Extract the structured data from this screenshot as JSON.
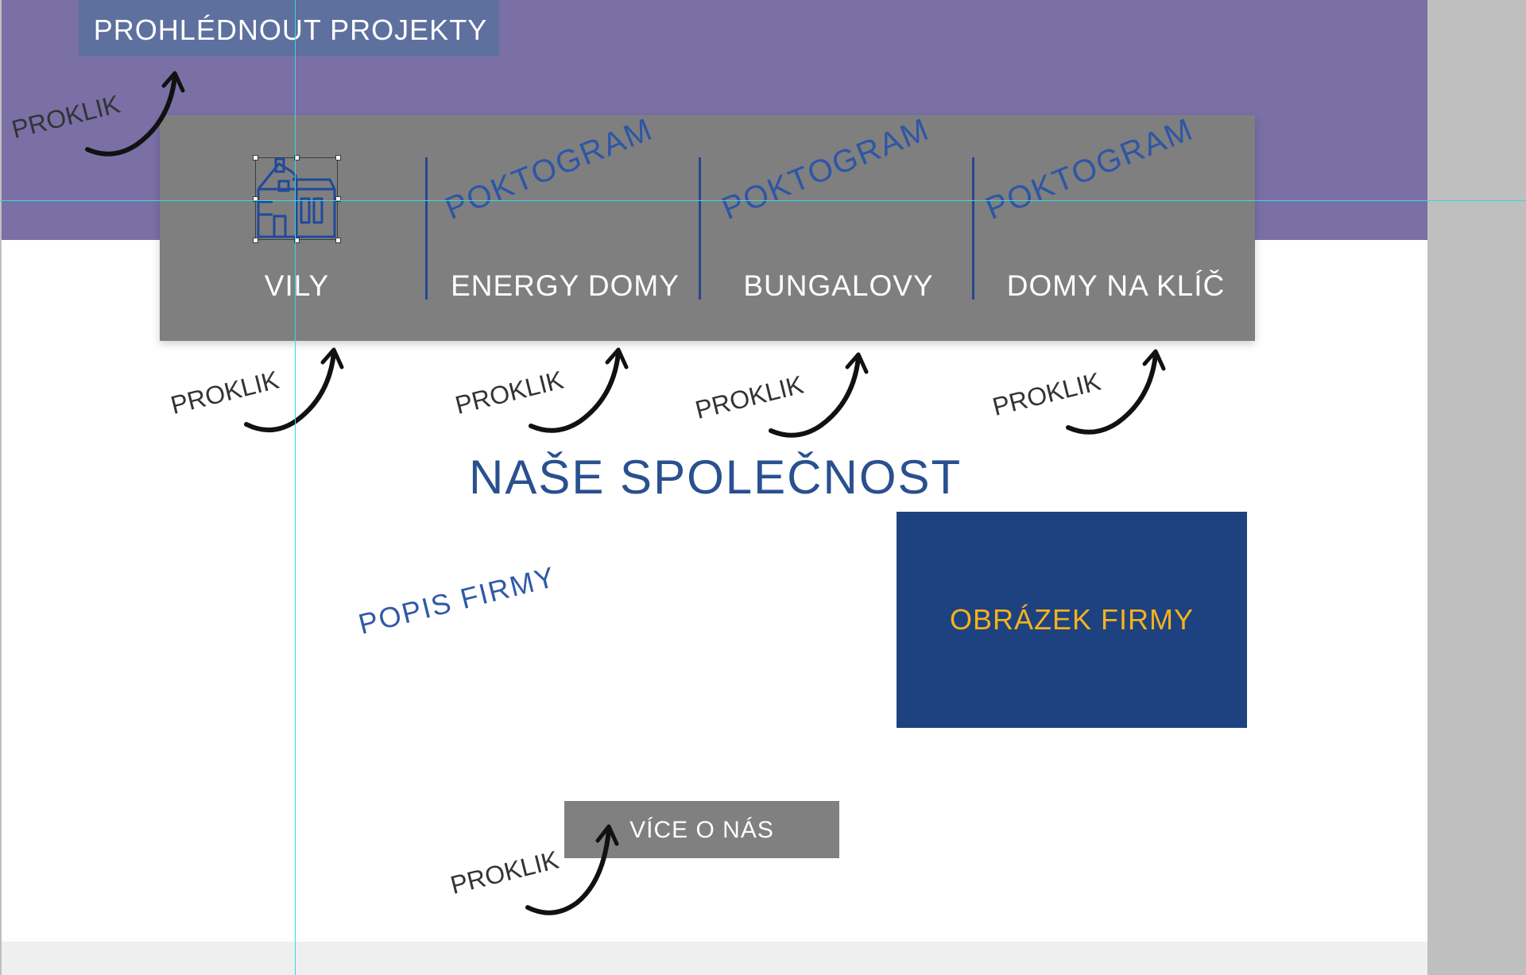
{
  "hero": {
    "button_label": "PROHLÉDNOUT PROJEKTY"
  },
  "categories": [
    {
      "label": "VILY",
      "icon": "house-icon",
      "pictogram": ""
    },
    {
      "label": "ENERGY DOMY",
      "icon": "",
      "pictogram": "POKTOGRAM"
    },
    {
      "label": "BUNGALOVY",
      "icon": "",
      "pictogram": "POKTOGRAM"
    },
    {
      "label": "DOMY NA KLÍČ",
      "icon": "",
      "pictogram": "POKTOGRAM"
    }
  ],
  "about": {
    "title": "NAŠE SPOLEČNOST",
    "description_placeholder": "POPIS FIRMY",
    "image_placeholder": "OBRÁZEK FIRMY",
    "more_button_label": "VÍCE O NÁS"
  },
  "annotations": {
    "proklik_label": "PROKLIK"
  },
  "colors": {
    "hero_purple": "#7a70a6",
    "projects_button": "#5e709e",
    "category_bar": "#7f7f7f",
    "brand_blue": "#1e4280",
    "title_blue": "#29508f",
    "accent_yellow": "#f3b31c",
    "guide_cyan": "#37d7e8"
  }
}
